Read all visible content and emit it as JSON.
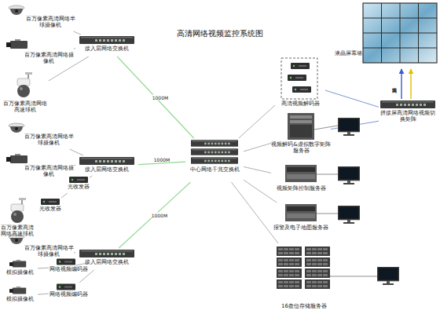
{
  "diagram": {
    "title": "高清网络视频监控系统图",
    "nodes": [
      {
        "text": [
          "百万像素高清网络半球摄像机"
        ]
      },
      {
        "text": [
          "百万像素高清网络摄像机"
        ]
      },
      {
        "text": [
          "百万像素高清网络高速球机"
        ]
      },
      {
        "text": [
          "接入层网络交换机"
        ]
      },
      {
        "text": [
          "百万像素高清网络半球摄像机"
        ]
      },
      {
        "text": [
          "百万像素高清网络摄像机"
        ]
      },
      {
        "text": [
          "光收发器"
        ]
      },
      {
        "text": [
          "光收发器"
        ]
      },
      {
        "text": [
          "百万像素高清网络高速球机"
        ]
      },
      {
        "text": [
          "接入层网络交换机"
        ]
      },
      {
        "text": [
          "百万像素高清网络半球摄像机"
        ]
      },
      {
        "text": [
          "网络视频编码器"
        ]
      },
      {
        "text": [
          "模拟摄像机"
        ]
      },
      {
        "text": [
          "网络视频编码器"
        ]
      },
      {
        "text": [
          "模拟摄像机"
        ]
      },
      {
        "text": [
          "接入层网络交换机"
        ]
      },
      {
        "text": [
          "中心网络千兆交换机"
        ]
      },
      {
        "text": [
          "高清视频解码器"
        ]
      },
      {
        "text": [
          "视频解码&虚拟数字矩阵服务器"
        ]
      },
      {
        "text": [
          "视频矩阵控制服务器"
        ]
      },
      {
        "text": [
          "报警及电子地图服务器"
        ]
      },
      {
        "text": [
          "16盘位存储服务器"
        ]
      },
      {
        "text": [
          "液晶屏幕墙"
        ]
      },
      {
        "text": [
          "拼接屏高清网络视频切换矩阵"
        ]
      }
    ],
    "edges": [
      {
        "from": 0,
        "to": 3,
        "arrow": "none"
      },
      {
        "from": 1,
        "to": 3,
        "arrow": "none"
      },
      {
        "from": 2,
        "to": 3,
        "arrow": "none"
      },
      {
        "from": 4,
        "to": 9,
        "arrow": "none"
      },
      {
        "from": 5,
        "to": 9,
        "arrow": "none"
      },
      {
        "from": 6,
        "to": 9,
        "arrow": "none"
      },
      {
        "from": 7,
        "to": 6,
        "arrow": "none"
      },
      {
        "from": 8,
        "to": 7,
        "arrow": "none"
      },
      {
        "from": 10,
        "to": 15,
        "arrow": "none"
      },
      {
        "from": 12,
        "to": 11,
        "arrow": "none"
      },
      {
        "from": 11,
        "to": 15,
        "arrow": "none"
      },
      {
        "from": 14,
        "to": 13,
        "arrow": "none"
      },
      {
        "from": 13,
        "to": 15,
        "arrow": "none"
      },
      {
        "from": 3,
        "to": 16,
        "label": "1000M",
        "arrow": "none"
      },
      {
        "from": 9,
        "to": 16,
        "label": "1000M",
        "arrow": "none"
      },
      {
        "from": 15,
        "to": 16,
        "label": "1000M",
        "arrow": "none"
      },
      {
        "from": 16,
        "to": 17,
        "arrow": "none"
      },
      {
        "from": 16,
        "to": 18,
        "arrow": "none"
      },
      {
        "from": 16,
        "to": 19,
        "arrow": "none"
      },
      {
        "from": 16,
        "to": 20,
        "arrow": "none"
      },
      {
        "from": 16,
        "to": 21,
        "arrow": "none"
      },
      {
        "from": 17,
        "to": 23,
        "arrow": "none"
      },
      {
        "from": 18,
        "to": 23,
        "arrow": "none"
      },
      {
        "from": 23,
        "to": 22,
        "label": "高清输出",
        "arrow": "to"
      },
      {
        "from": 23,
        "to": 22,
        "arrow": "to"
      }
    ]
  }
}
